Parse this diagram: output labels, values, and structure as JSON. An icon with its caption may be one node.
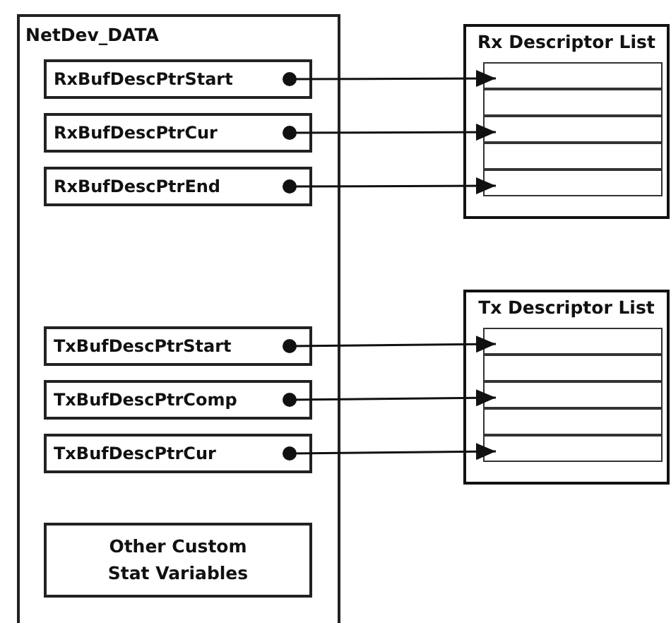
{
  "diagram": {
    "nodes": [
      {
        "text": [
          "NetDev_DATA"
        ]
      },
      {
        "text": [
          "RxBufDescPtrStart"
        ],
        "in": 0
      },
      {
        "text": [
          "RxBufDescPtrCur"
        ],
        "in": 0
      },
      {
        "text": [
          "RxBufDescPtrEnd"
        ],
        "in": 0
      },
      {
        "text": [
          "Rx Descriptor List"
        ]
      },
      {
        "text": [],
        "shape": "box",
        "in": 4
      },
      {
        "text": [],
        "shape": "box",
        "in": 4
      },
      {
        "text": [],
        "shape": "box",
        "in": 4
      },
      {
        "text": [],
        "shape": "box",
        "in": 4
      },
      {
        "text": [],
        "shape": "box",
        "in": 4
      },
      {
        "text": [
          "TxBufDescPtrStart"
        ],
        "in": 0
      },
      {
        "text": [
          "TxBufDescPtrComp"
        ],
        "in": 0
      },
      {
        "text": [
          "TxBufDescPtrCur"
        ],
        "in": 0
      },
      {
        "text": [
          "Tx Descriptor List"
        ]
      },
      {
        "text": [],
        "shape": "box",
        "in": 13
      },
      {
        "text": [],
        "shape": "box",
        "in": 13
      },
      {
        "text": [],
        "shape": "box",
        "in": 13
      },
      {
        "text": [],
        "shape": "box",
        "in": 13
      },
      {
        "text": [],
        "shape": "box",
        "in": 13
      },
      {
        "text": [
          "Other Custom Stat Variables"
        ],
        "in": 0
      }
    ],
    "edges": [
      {
        "from": 1,
        "to": 5,
        "arrow": "to"
      },
      {
        "from": 2,
        "to": 7,
        "arrow": "to"
      },
      {
        "from": 3,
        "to": 9,
        "arrow": "to"
      },
      {
        "from": 10,
        "to": 14,
        "arrow": "to"
      },
      {
        "from": 11,
        "to": 16,
        "arrow": "to"
      },
      {
        "from": 12,
        "to": 18,
        "arrow": "to"
      }
    ]
  }
}
